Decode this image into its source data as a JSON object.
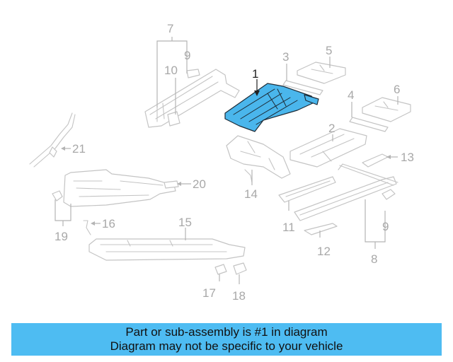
{
  "callouts": {
    "c1": "1",
    "c2": "2",
    "c3": "3",
    "c4": "4",
    "c5": "5",
    "c6": "6",
    "c7": "7",
    "c8": "8",
    "c9a": "9",
    "c9b": "9",
    "c10": "10",
    "c11": "11",
    "c12": "12",
    "c13": "13",
    "c14": "14",
    "c15": "15",
    "c16": "16",
    "c17": "17",
    "c18": "18",
    "c19": "19",
    "c20": "20",
    "c21": "21"
  },
  "highlighted_part": "1",
  "colors": {
    "highlight_fill": "#4ab6ec",
    "banner_background": "#4ebcf2",
    "part_outline": "#c4c4c4",
    "callout_text": "#a8a8a8"
  },
  "banner": {
    "line1": "Part or sub-assembly is #1 in diagram",
    "line2": "Diagram may not be specific to your vehicle"
  }
}
